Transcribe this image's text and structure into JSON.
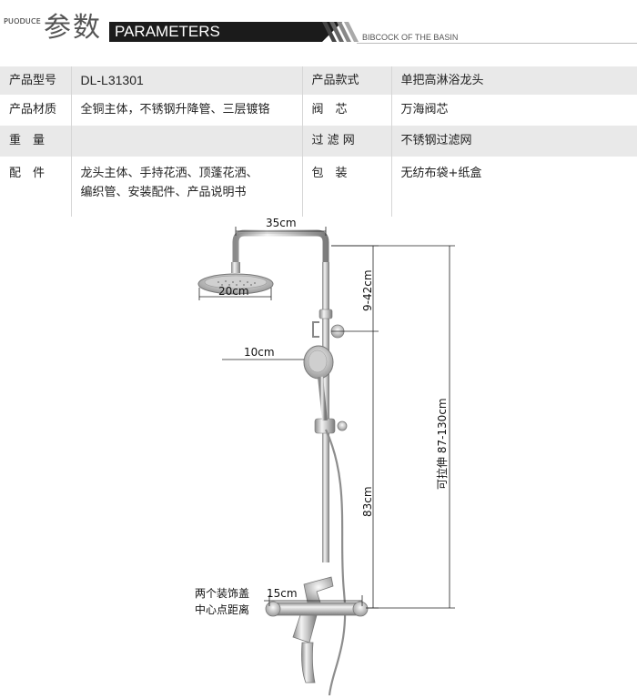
{
  "header": {
    "brand": "PUODUCE",
    "cn_title": "参数",
    "en_title": "PARAMETERS",
    "subtitle": "BIBCOCK OF THE BASIN"
  },
  "spec_rows": [
    {
      "label1": "产品型号",
      "value1": "DL-L31301",
      "label2": "产品款式",
      "value2": "单把高淋浴龙头"
    },
    {
      "label1": "产品材质",
      "value1": "全铜主体，不锈钢升降管、三层镀铬",
      "label2": "阀　芯",
      "value2": "万海阀芯"
    },
    {
      "label1": "重　量",
      "value1": "",
      "label2": "过 滤 网",
      "value2": "不锈钢过滤网"
    },
    {
      "label1": "配　件",
      "value1_line1": "龙头主体、手持花洒、顶蓬花洒、",
      "value1_line2": "编织管、安装配件、产品说明书",
      "label2": "包　装",
      "value2": "无纺布袋+纸盒"
    }
  ],
  "diagram": {
    "arm_length": "35cm",
    "top_shower_diameter": "20cm",
    "top_adjust": "9-42cm",
    "hand_shower_diameter": "10cm",
    "rail_length": "83cm",
    "total_extend": "可拉伸 87-130cm",
    "mount_distance": "15cm",
    "mount_note_line1": "两个装饰盖",
    "mount_note_line2": "中心点距离"
  },
  "colors": {
    "row_gray": "#e9e9e9",
    "header_black": "#1b1b1b",
    "chrome": "#b5b5b5"
  }
}
